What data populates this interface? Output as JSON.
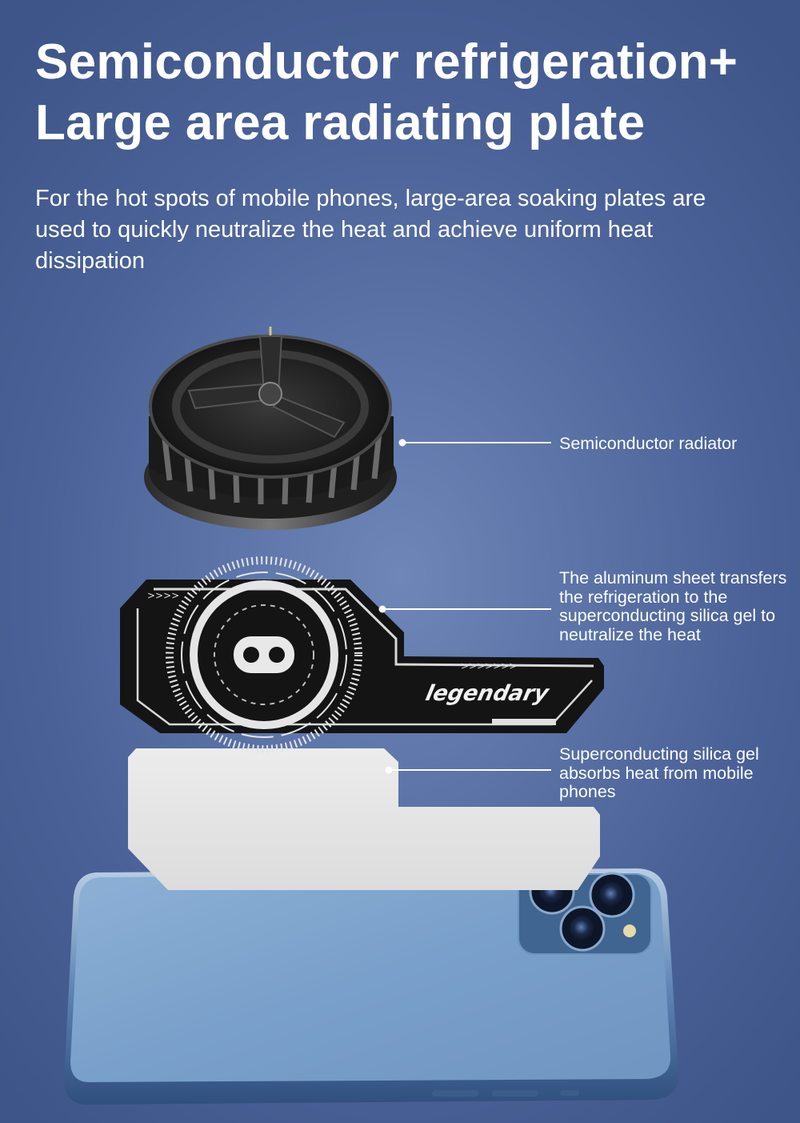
{
  "headline": {
    "line1": "Semiconductor refrigeration+",
    "line2": "Large area radiating plate"
  },
  "subtitle": "For the hot spots of mobile phones, large-area soaking plates are used to quickly neutralize the heat and achieve uniform heat dissipation",
  "callouts": {
    "radiator": "Semiconductor radiator",
    "aluminum": "The aluminum sheet transfers the refrigeration to the superconducting silica gel to neutralize the heat",
    "silica": "Superconducting silica gel absorbs heat from mobile phones"
  },
  "plate_brand": "legendary",
  "colors": {
    "background": "#5a72a6",
    "text": "#ffffff",
    "phone_body": "#7ea3cc",
    "plate": "#141414",
    "silica_pad": "#e6e6e6"
  }
}
